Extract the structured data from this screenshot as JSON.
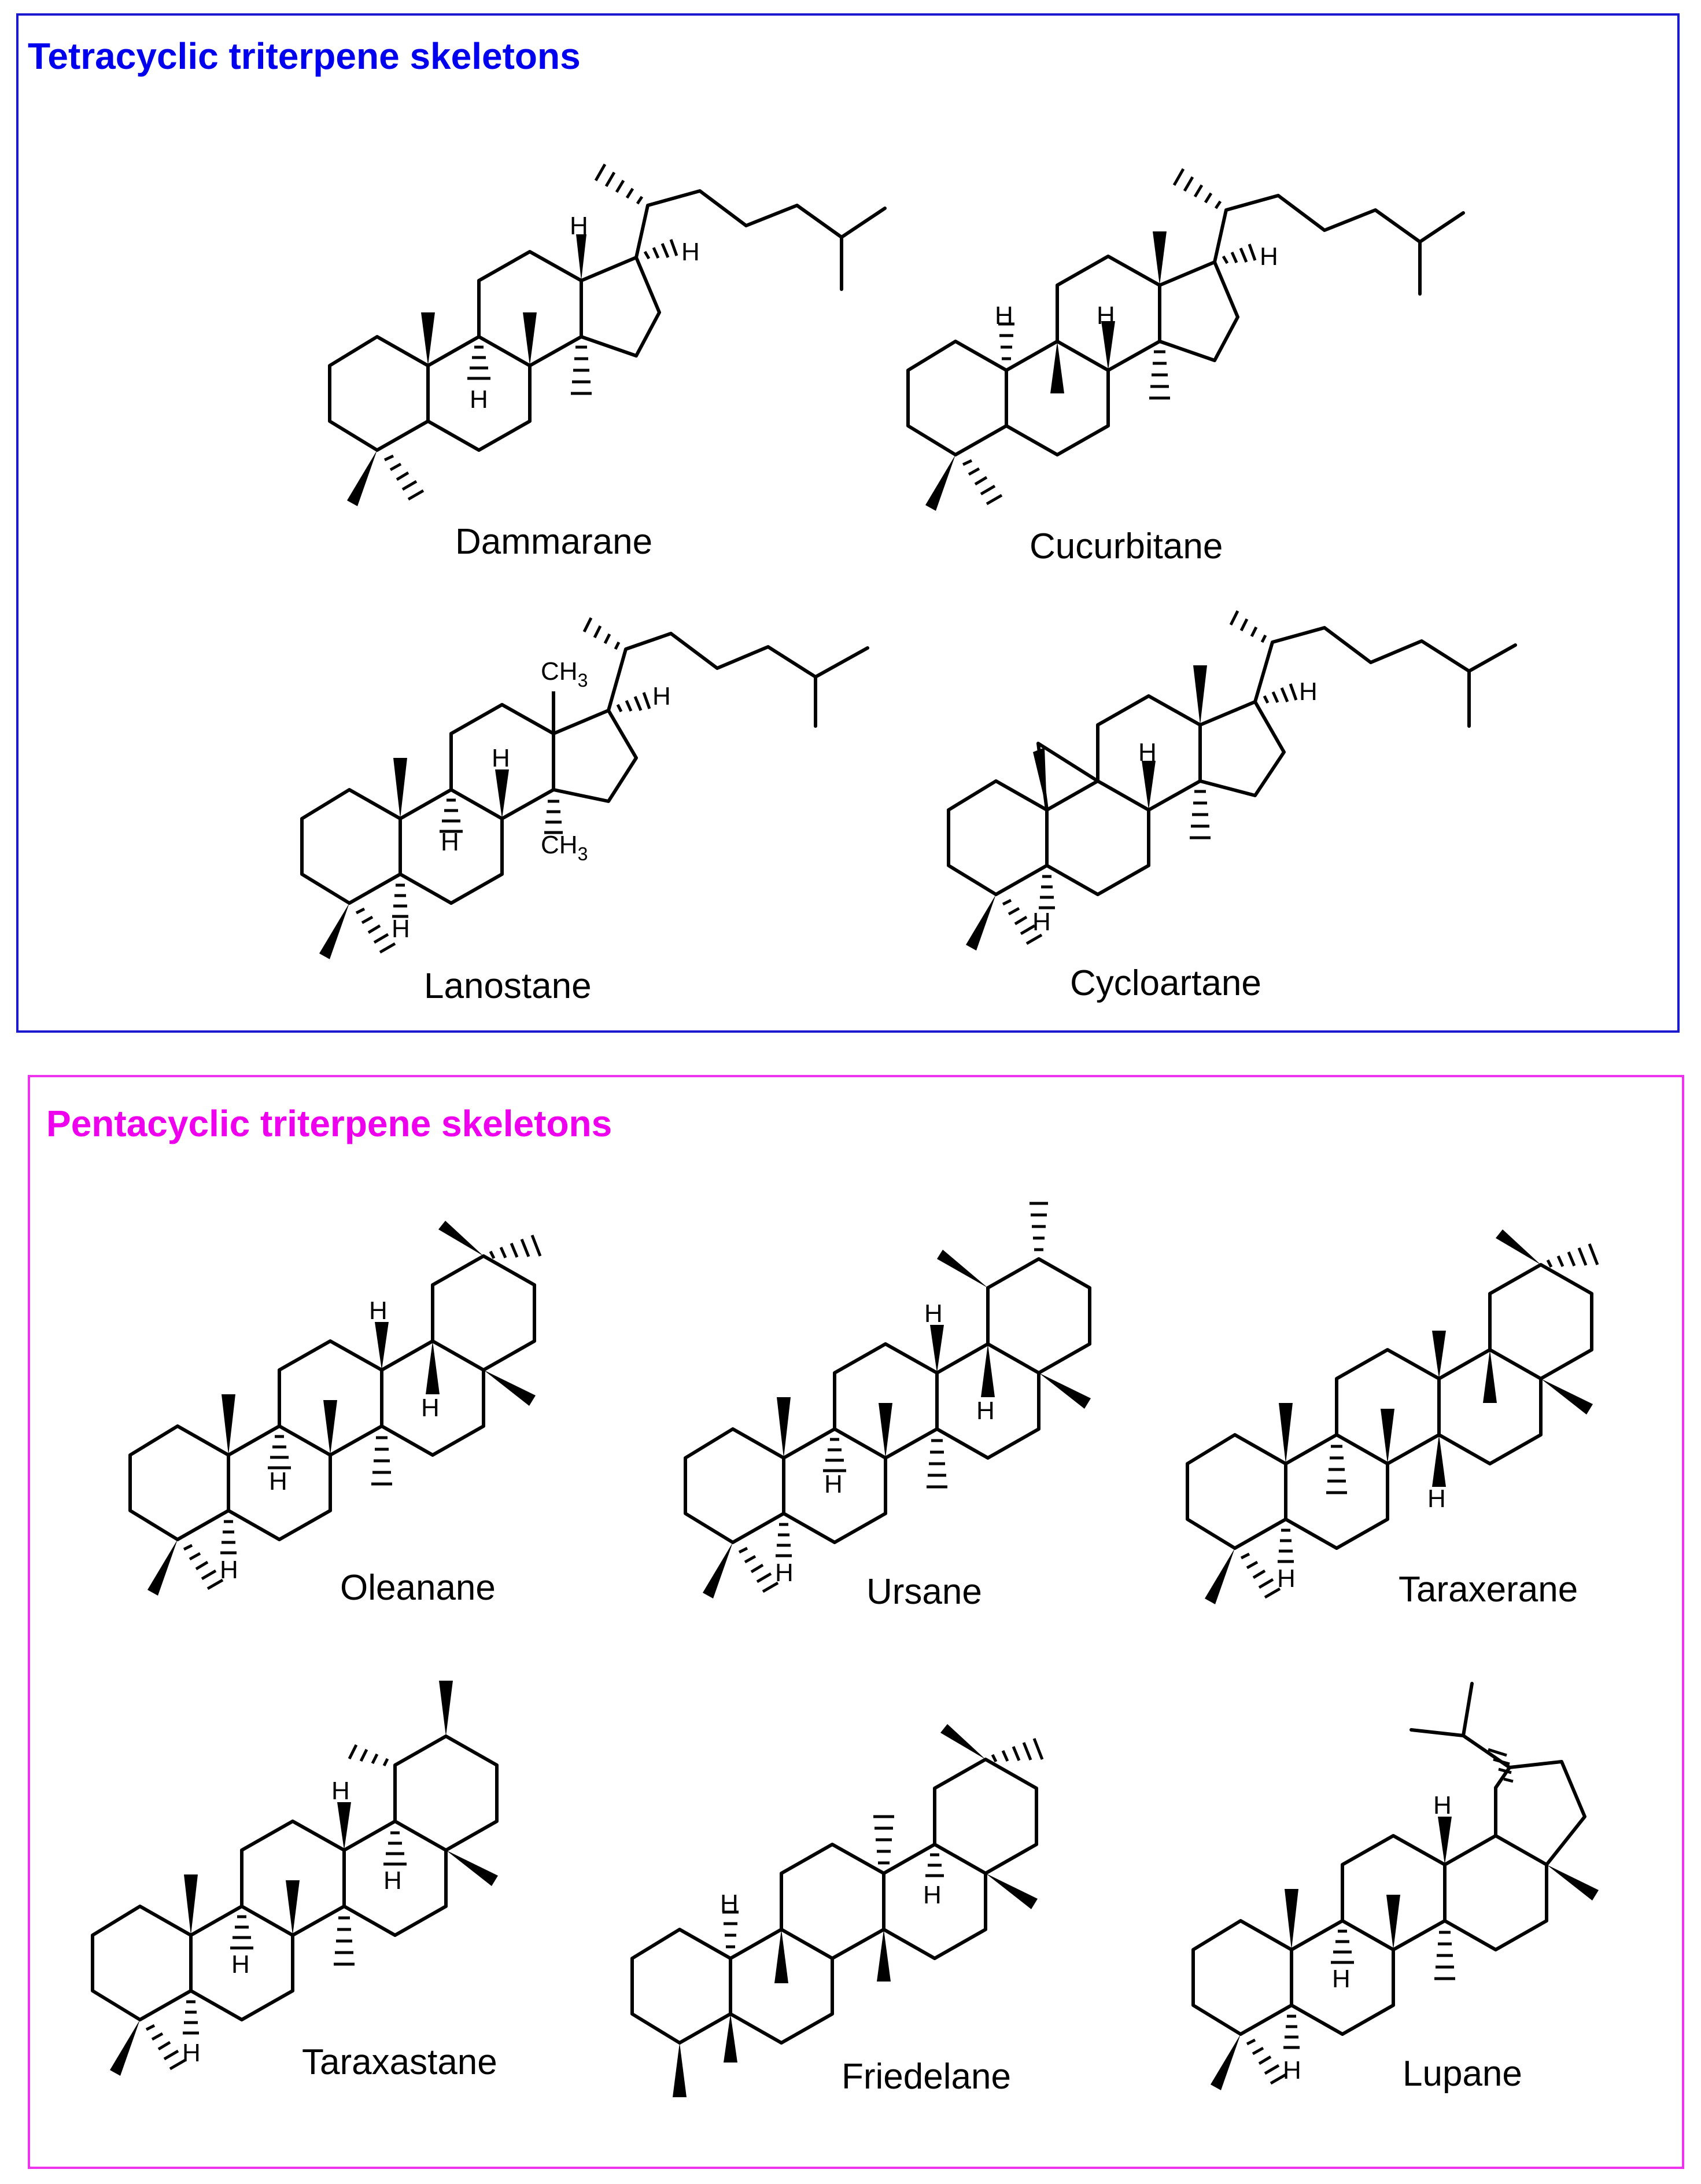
{
  "tetracyclic_panel": {
    "title": "Tetracyclic triterpene skeletons",
    "border_color": "#1a1acc",
    "title_color": "#0000ee",
    "compounds": [
      "Dammarane",
      "Cucurbitane",
      "Lanostane",
      "Cycloartane"
    ]
  },
  "pentacyclic_panel": {
    "title": "Pentacyclic triterpene skeletons",
    "border_color": "#ee33ee",
    "title_color": "#ee00ee",
    "compounds": [
      "Oleanane",
      "Ursane",
      "Taraxerane",
      "Taraxastane",
      "Friedelane",
      "Lupane"
    ]
  },
  "atom_labels": {
    "hydrogen": "H",
    "methyl_base": "CH",
    "methyl_subscript": "3"
  }
}
